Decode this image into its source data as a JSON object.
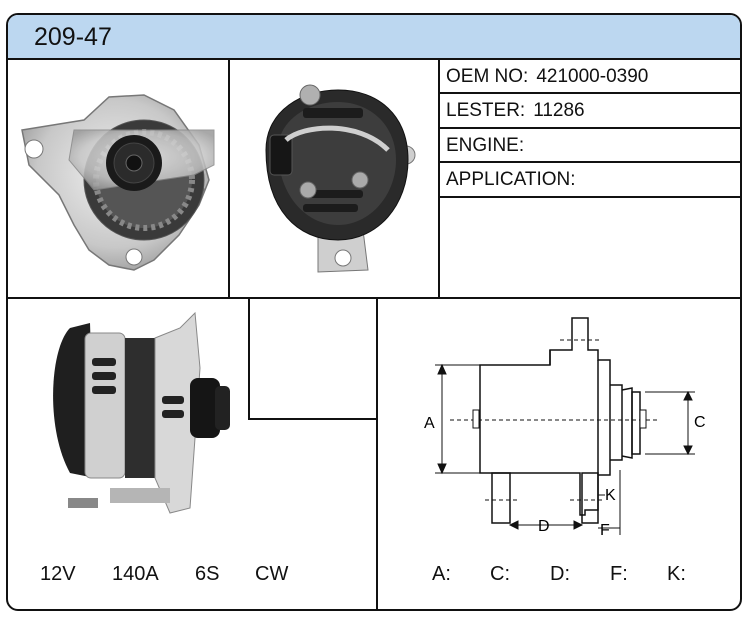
{
  "part_number": "209-47",
  "specs": {
    "oem_label": "OEM NO:",
    "oem_value": "421000-0390",
    "lester_label": "LESTER:",
    "lester_value": "11286",
    "engine_label": "ENGINE:",
    "engine_value": "",
    "application_label": "APPLICATION:",
    "application_value": ""
  },
  "electrical": {
    "voltage": "12V",
    "amperage": "140A",
    "pulley": "6S",
    "rotation": "CW"
  },
  "diagram_labels": {
    "a": "A",
    "c": "C",
    "d": "D",
    "f": "F",
    "k": "K"
  },
  "dimensions": [
    {
      "label": "A:",
      "value": ""
    },
    {
      "label": "C:",
      "value": ""
    },
    {
      "label": "D:",
      "value": ""
    },
    {
      "label": "F:",
      "value": ""
    },
    {
      "label": "K:",
      "value": ""
    }
  ],
  "colors": {
    "title_bar": "#bcd7f0",
    "border": "#111111"
  }
}
